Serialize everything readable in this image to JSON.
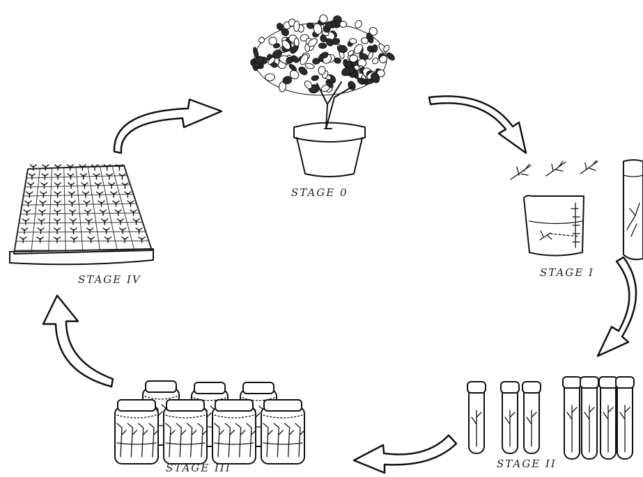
{
  "stages": {
    "s0": "STAGE 0",
    "s1": "STAGE I",
    "s2": "STAGE II",
    "s3": "STAGE III",
    "s4": "STAGE IV"
  }
}
